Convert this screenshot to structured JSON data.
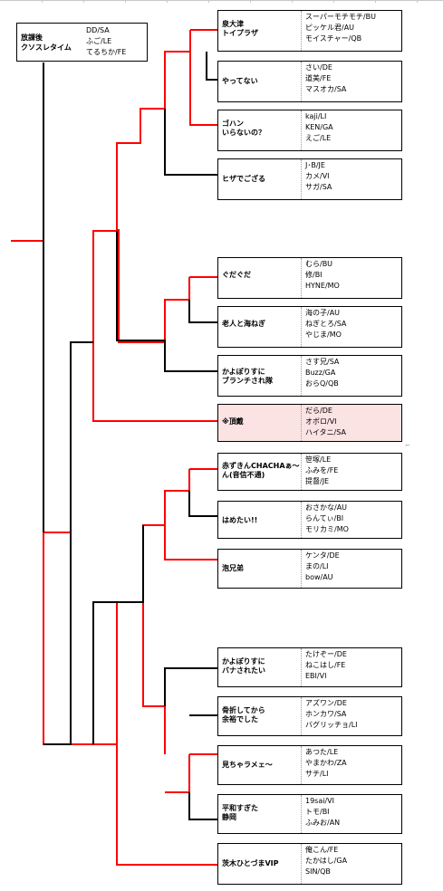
{
  "champion": {
    "name": "放課後\nクソスレタイム",
    "members": [
      "DD/SA",
      "ふご/LE",
      "てるちか/FE"
    ]
  },
  "teams": [
    {
      "name": "泉大津\nトイプラザ",
      "members": [
        "スーパーモチモチ/BU",
        "ピッケル君/AU",
        "モイスチャー/QB"
      ]
    },
    {
      "name": "やってない",
      "members": [
        "さい/DE",
        "道美/FE",
        "マスオカ/SA"
      ]
    },
    {
      "name": "ゴハン\nいらないの？",
      "members": [
        "kaji/LI",
        "KEN/GA",
        "えご/LE"
      ]
    },
    {
      "name": "ヒザでござる",
      "members": [
        "J･B/JE",
        "カメ/VI",
        "サガ/SA"
      ]
    },
    {
      "name": "ぐだぐだ",
      "members": [
        "むら/BU",
        "修/BI",
        "HYNE/MO"
      ]
    },
    {
      "name": "老人と海ねぎ",
      "members": [
        "海の子/AU",
        "ねぎとろ/SA",
        "やじま/MO"
      ]
    },
    {
      "name": "かよぽりすに\nブランチされ隊",
      "members": [
        "さす兄/SA",
        "Buzz/GA",
        "おらQ/QB"
      ]
    },
    {
      "name": "※頂戴",
      "members": [
        "だら/DE",
        "オボロ/VI",
        "ハイタニ/SA"
      ],
      "highlight": true
    },
    {
      "name": "赤ずきんCHACHAぁ～\nん(音信不通)",
      "members": [
        "笹塚/LE",
        "ふみを/FE",
        "提督/JE"
      ]
    },
    {
      "name": "はめたい!!",
      "members": [
        "おさかな/AU",
        "らんてぃ/BI",
        "モリカミ/MO"
      ]
    },
    {
      "name": "泡兄弟",
      "members": [
        "ケンタ/DE",
        "まの/LI",
        "bow/AU"
      ]
    },
    {
      "name": "かよぽりすに\nバナされたい",
      "members": [
        "たけぞー/DE",
        "ねこはし/FE",
        "EBI/VI"
      ]
    },
    {
      "name": "骨折してから\n余裕でした",
      "members": [
        "アズワン/DE",
        "ホンカワ/SA",
        "バグリッチョ/LI"
      ]
    },
    {
      "name": "見ちゃラメェ～",
      "members": [
        "あつた/LE",
        "やまかわ/ZA",
        "サチ/LI"
      ]
    },
    {
      "name": "平和すぎた\n静岡",
      "members": [
        "19sai/VI",
        "トモ/BI",
        "ふみお/AN"
      ]
    },
    {
      "name": "茨木ひとづまVIP",
      "members": [
        "俺こん/FE",
        "たかはし/GA",
        "SIN/QB"
      ]
    }
  ],
  "colors": {
    "winner_line": "#ff0000",
    "loser_line": "#000000",
    "highlight_fill": "#fbe3e3"
  }
}
